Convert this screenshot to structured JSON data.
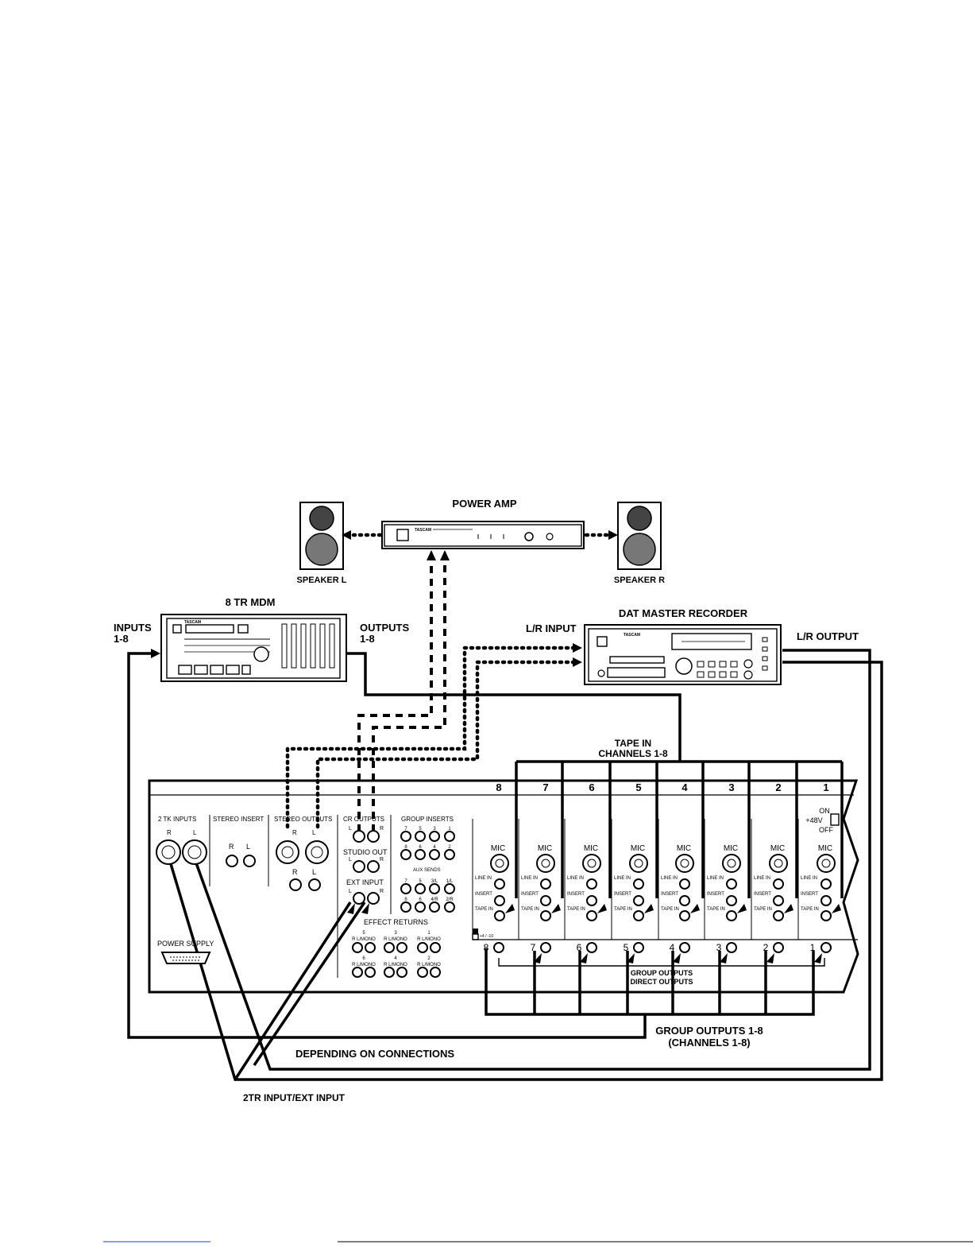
{
  "devices": {
    "power_amp": "POWER AMP",
    "speaker_l": "SPEAKER L",
    "speaker_r": "SPEAKER R",
    "mdm": "8 TR MDM",
    "dat": "DAT MASTER RECORDER",
    "amp_brand": "TASCAM",
    "mdm_brand": "TASCAM",
    "dat_brand": "TASCAM"
  },
  "labels": {
    "inputs": "INPUTS",
    "inputs_range": "1-8",
    "outputs": "OUTPUTS",
    "outputs_range": "1-8",
    "lr_input": "L/R INPUT",
    "lr_output": "L/R OUTPUT",
    "tape_in": "TAPE IN",
    "tape_in_channels": "CHANNELS 1-8",
    "group_outputs": "GROUP OUTPUTS 1-8",
    "group_outputs_channels": "(CHANNELS 1-8)",
    "depending": "DEPENDING ON CONNECTIONS",
    "twotr": "2TR INPUT/EXT INPUT"
  },
  "mixer": {
    "channel_numbers": [
      "8",
      "7",
      "6",
      "5",
      "4",
      "3",
      "2",
      "1"
    ],
    "mic": "MIC",
    "line_in": "LINE IN",
    "insert": "INSERT",
    "tape_in_jack": "TAPE IN",
    "phantom_on": "ON",
    "phantom_48v": "+48V",
    "phantom_off": "OFF",
    "level_switch": "+4 / -10",
    "two_tk_inputs": "2 TK INPUTS",
    "stereo_insert": "STEREO INSERT",
    "stereo_outputs": "STEREO OUTPUTS",
    "cr_outputs": "CR OUTPUTS",
    "studio_out": "STUDIO OUT",
    "ext_input": "EXT INPUT",
    "group_inserts": "GROUP INSERTS",
    "aux_sends": "AUX SENDS",
    "effect_returns": "EFFECT RETURNS",
    "power_supply": "POWER SUPPLY",
    "group_outputs_line1": "GROUP OUTPUTS",
    "group_outputs_line2": "DIRECT OUTPUTS",
    "r": "R",
    "l": "L",
    "group_insert_nums_top": [
      "7",
      "5",
      "3",
      "1"
    ],
    "group_insert_nums_bottom": [
      "8",
      "6",
      "4",
      "2"
    ],
    "aux_nums_top": [
      "7",
      "5",
      "3/L",
      "1/L"
    ],
    "aux_nums_bottom": [
      "8",
      "6",
      "4/R",
      "2/R"
    ],
    "effect_nums_top": [
      "5",
      "3",
      "1"
    ],
    "effect_nums_bottom": [
      "6",
      "4",
      "2"
    ],
    "rl_mono": "R L/MONO"
  }
}
